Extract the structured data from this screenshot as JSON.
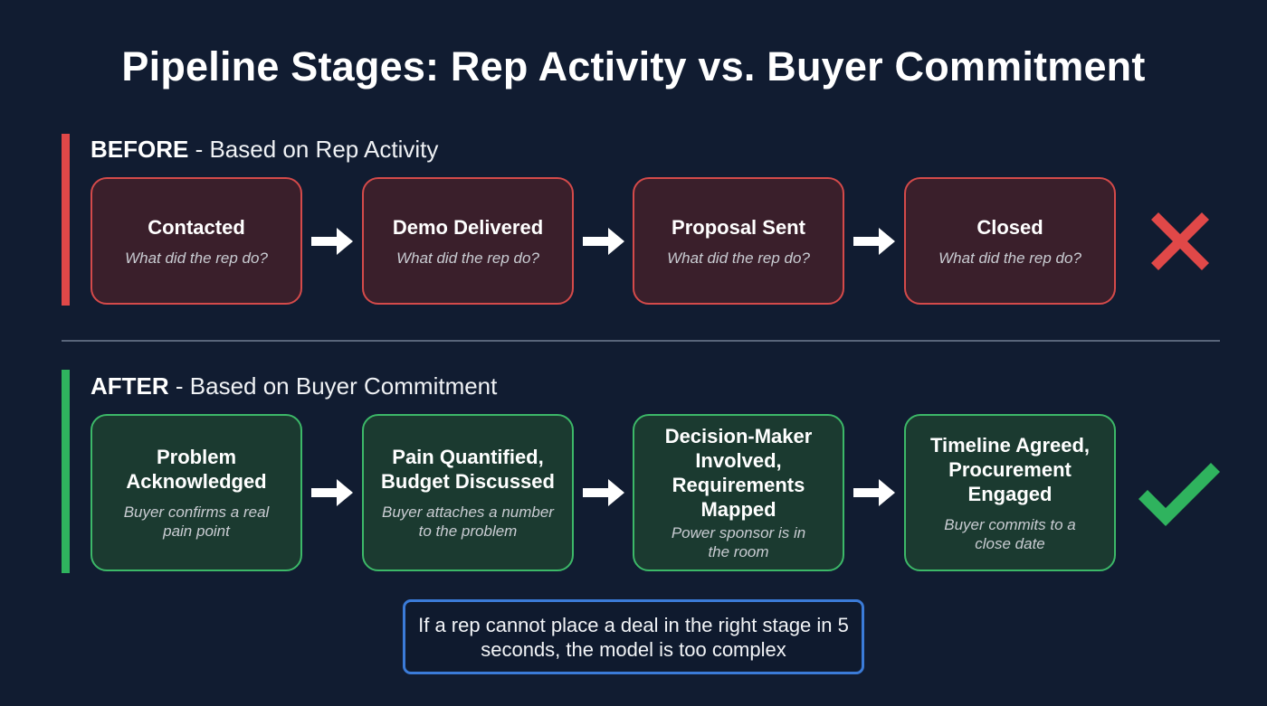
{
  "title": "Pipeline Stages: Rep Activity vs. Buyer Commitment",
  "colors": {
    "background": "#111c31",
    "before_accent": "#e04848",
    "before_card_bg": "#3a1f2b",
    "after_accent": "#2fb35e",
    "after_card_bg": "#1b3a30",
    "callout_border": "#3b7bd8",
    "divider": "#59657a"
  },
  "before": {
    "label_bold": "BEFORE",
    "label_rest": " - Based on Rep Activity",
    "status_icon": "x-mark-icon",
    "stages": [
      {
        "title": "Contacted",
        "subtitle": "What did the rep do?"
      },
      {
        "title": "Demo Delivered",
        "subtitle": "What did the rep do?"
      },
      {
        "title": "Proposal Sent",
        "subtitle": "What did the rep do?"
      },
      {
        "title": "Closed",
        "subtitle": "What did the rep do?"
      }
    ]
  },
  "after": {
    "label_bold": "AFTER",
    "label_rest": " - Based on Buyer Commitment",
    "status_icon": "checkmark-icon",
    "stages": [
      {
        "title": "Problem Acknowledged",
        "subtitle": "Buyer confirms a real pain point"
      },
      {
        "title": "Pain Quantified, Budget Discussed",
        "subtitle": "Buyer attaches a number to the problem"
      },
      {
        "title": "Decision-Maker Involved, Requirements Mapped",
        "subtitle": "Power sponsor is in the room"
      },
      {
        "title": "Timeline Agreed, Procurement Engaged",
        "subtitle": "Buyer commits to a close date"
      }
    ]
  },
  "callout": {
    "text": "If a rep cannot place a deal in the right stage in 5 seconds, the model is too complex"
  }
}
